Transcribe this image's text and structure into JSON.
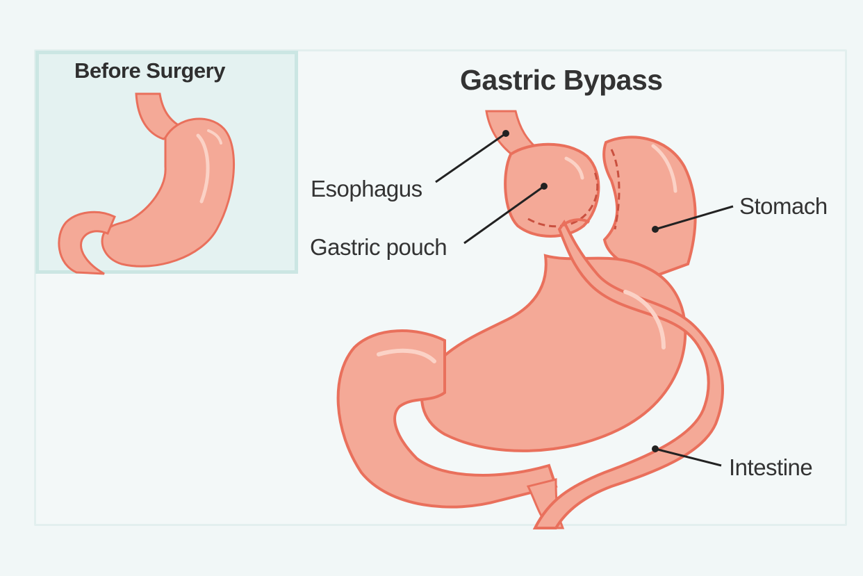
{
  "inset": {
    "title": "Before Surgery"
  },
  "diagram": {
    "title": "Gastric Bypass",
    "labels": {
      "esophagus": "Esophagus",
      "gastric_pouch": "Gastric pouch",
      "stomach": "Stomach",
      "intestine": "Intestine"
    }
  },
  "colors": {
    "organ_fill": "#f4a997",
    "organ_outline": "#e9705c",
    "organ_shadow": "#e08d7d",
    "highlight": "#fbd2c6",
    "leader_line": "#222222",
    "inset_bg": "#e4f2f1",
    "page_bg": "#f1f7f7"
  }
}
